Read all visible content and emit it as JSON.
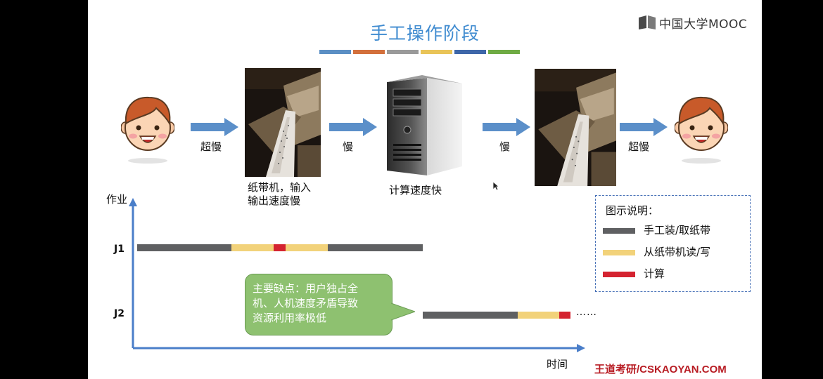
{
  "slide": {
    "title": "手工操作阶段",
    "title_stripe_colors": [
      "#5b8fc4",
      "#d3703c",
      "#9a9a9a",
      "#e9c458",
      "#3e67a9",
      "#6fab44"
    ],
    "logo_text": "中国大学MOOC",
    "footer": "王道考研/CSKAOYAN.COM"
  },
  "flow": {
    "arrow_color": "#5b8fc9",
    "arrow_labels": [
      "超慢",
      "慢",
      "慢",
      "超慢"
    ],
    "tape_caption_line1": "纸带机，输入",
    "tape_caption_line2": "输出速度慢",
    "computer_caption": "计算速度快",
    "icons": [
      "user-face-icon",
      "paper-tape-machine-photo",
      "computer-tower-photo",
      "paper-tape-machine-photo",
      "user-face-icon"
    ]
  },
  "timeline": {
    "y_axis_label": "作业",
    "x_axis_label": "时间",
    "jobs": [
      "J1",
      "J2"
    ],
    "continuation": "……",
    "axis_color": "#4a7ec9"
  },
  "callout": {
    "line1": "主要缺点：用户独占全",
    "line2": "机、人机速度矛盾导致",
    "line3": "资源利用率极低"
  },
  "legend": {
    "title": "图示说明：",
    "items": [
      {
        "label": "手工装/取纸带",
        "color": "#5f6062"
      },
      {
        "label": "从纸带机读/写",
        "color": "#f2d27a"
      },
      {
        "label": "计算",
        "color": "#d42330"
      }
    ]
  }
}
